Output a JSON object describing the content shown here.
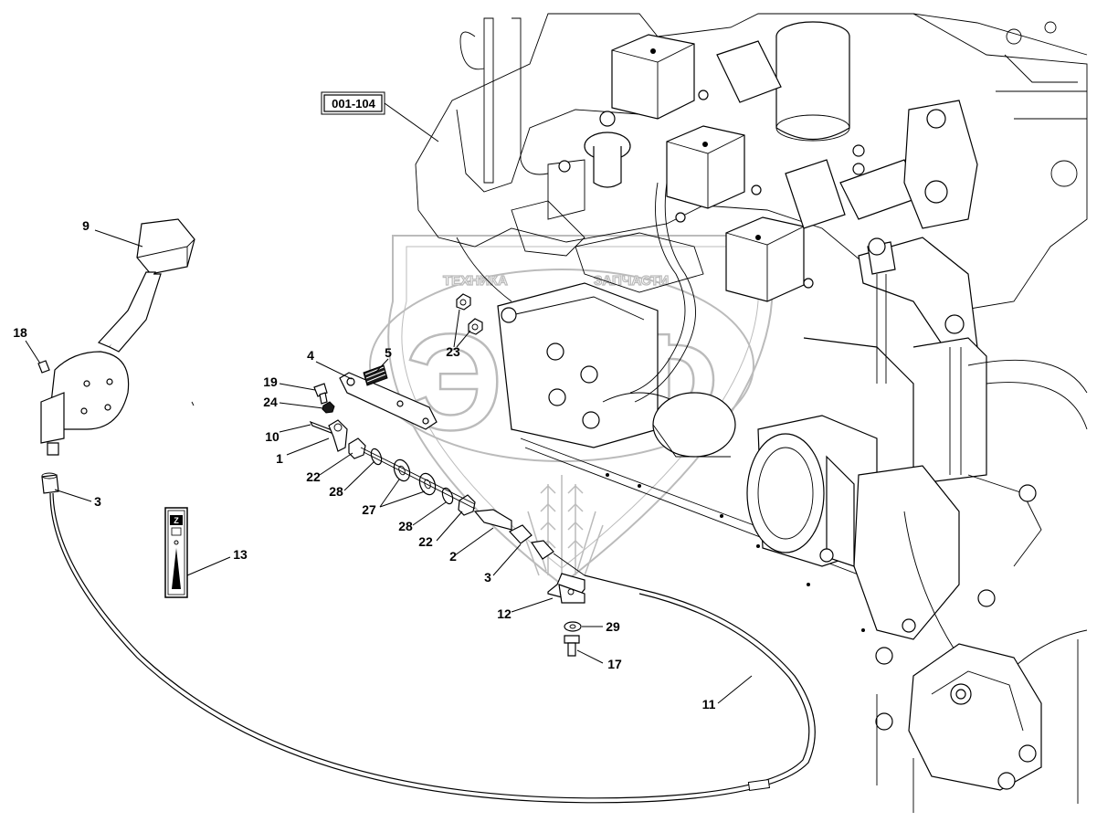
{
  "reference_box": "001-104",
  "watermark": {
    "text_left": "ТЕХНИКА",
    "text_right": "ЗАПЧАСТИ",
    "big_letters": "ЭПФ",
    "color": "#b4b4b4"
  },
  "callouts": [
    {
      "id": "c9",
      "text": "9"
    },
    {
      "id": "c18",
      "text": "18"
    },
    {
      "id": "c3a",
      "text": "3"
    },
    {
      "id": "c13",
      "text": "13"
    },
    {
      "id": "c4",
      "text": "4"
    },
    {
      "id": "c5",
      "text": "5"
    },
    {
      "id": "c23",
      "text": "23"
    },
    {
      "id": "c19",
      "text": "19"
    },
    {
      "id": "c24",
      "text": "24"
    },
    {
      "id": "c10",
      "text": "10"
    },
    {
      "id": "c1",
      "text": "1"
    },
    {
      "id": "c22a",
      "text": "22"
    },
    {
      "id": "c28a",
      "text": "28"
    },
    {
      "id": "c27",
      "text": "27"
    },
    {
      "id": "c28b",
      "text": "28"
    },
    {
      "id": "c22b",
      "text": "22"
    },
    {
      "id": "c2",
      "text": "2"
    },
    {
      "id": "c3b",
      "text": "3"
    },
    {
      "id": "c12",
      "text": "12"
    },
    {
      "id": "c29",
      "text": "29"
    },
    {
      "id": "c17",
      "text": "17"
    },
    {
      "id": "c11",
      "text": "11"
    }
  ]
}
